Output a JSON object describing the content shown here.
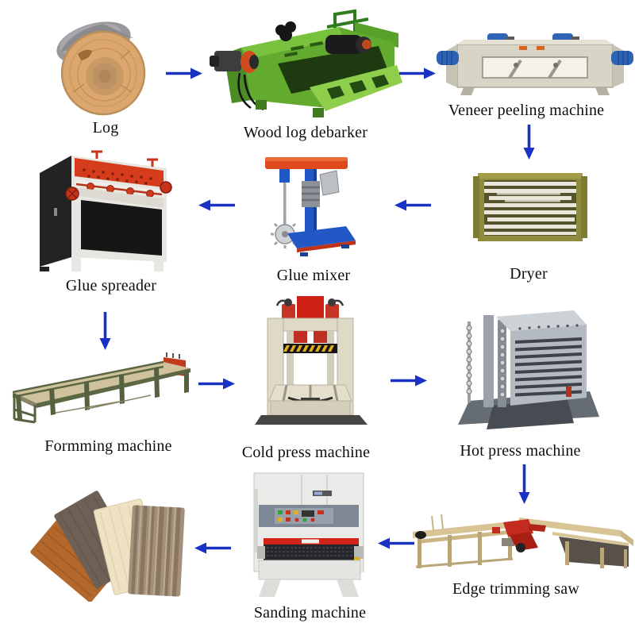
{
  "diagram": {
    "type": "process-flow",
    "title": "",
    "steps": [
      {
        "id": "log",
        "label": "Log"
      },
      {
        "id": "wood-log-debarker",
        "label": "Wood log debarker"
      },
      {
        "id": "veneer-peeling-machine",
        "label": "Veneer peeling machine"
      },
      {
        "id": "dryer",
        "label": "Dryer"
      },
      {
        "id": "glue-mixer",
        "label": "Glue mixer"
      },
      {
        "id": "glue-spreader",
        "label": "Glue spreader"
      },
      {
        "id": "formming-machine",
        "label": "Formming machine"
      },
      {
        "id": "cold-press-machine",
        "label": "Cold press machine"
      },
      {
        "id": "hot-press-machine",
        "label": "Hot press machine"
      },
      {
        "id": "edge-trimming-saw",
        "label": "Edge trimming saw"
      },
      {
        "id": "sanding-machine",
        "label": "Sanding machine"
      },
      {
        "id": "plywood-boards",
        "label": ""
      }
    ],
    "arrows": [
      {
        "from": "log",
        "to": "wood-log-debarker",
        "direction": "right"
      },
      {
        "from": "wood-log-debarker",
        "to": "veneer-peeling-machine",
        "direction": "right"
      },
      {
        "from": "veneer-peeling-machine",
        "to": "dryer",
        "direction": "down"
      },
      {
        "from": "dryer",
        "to": "glue-mixer",
        "direction": "left"
      },
      {
        "from": "glue-mixer",
        "to": "glue-spreader",
        "direction": "left"
      },
      {
        "from": "glue-spreader",
        "to": "formming-machine",
        "direction": "down"
      },
      {
        "from": "formming-machine",
        "to": "cold-press-machine",
        "direction": "right"
      },
      {
        "from": "cold-press-machine",
        "to": "hot-press-machine",
        "direction": "right"
      },
      {
        "from": "hot-press-machine",
        "to": "edge-trimming-saw",
        "direction": "down"
      },
      {
        "from": "edge-trimming-saw",
        "to": "sanding-machine",
        "direction": "left"
      },
      {
        "from": "sanding-machine",
        "to": "plywood-boards",
        "direction": "left"
      }
    ],
    "colors": {
      "arrow_color": "#1a32c4",
      "label_color": "#0d0d0d",
      "background": "#ffffff",
      "log_wood_tan": "#dca76f",
      "debarker_green": "#63ab2f",
      "peeler_body_beige": "#d9d5c6",
      "peeler_motor_blue": "#2d62b4",
      "dryer_olive": "#8f8c3d",
      "dryer_slat_cream": "#eae6d9",
      "mixer_arm_red": "#de4a1d",
      "mixer_frame_blue": "#2257c6",
      "spreader_body_black": "#1c1c1c",
      "spreader_top_red": "#d53c1b",
      "forming_frame_olive": "#55613f",
      "forming_belt_tan": "#cfc29c",
      "cold_press_beige": "#dfdac8",
      "cold_press_red": "#c43526",
      "hazard_yellow": "#e2b01c",
      "hot_press_gray": "#b6bcc3",
      "saw_frame_tan": "#d8c494",
      "saw_detail_red": "#c32b1e",
      "sander_body_white": "#eaeae8",
      "sander_beam_red": "#d02418",
      "board_orange": "#b3672a",
      "board_dark_taupe": "#6d6156",
      "board_cream": "#eee2c3",
      "board_striped_brown": "#a3907a"
    }
  }
}
